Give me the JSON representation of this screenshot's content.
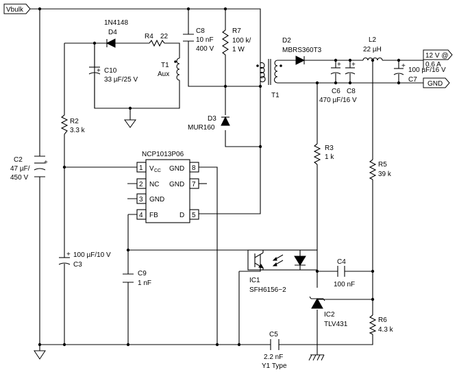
{
  "nets": {
    "vbulk": "Vbulk",
    "out12": [
      "12 V @",
      "0.6 A"
    ],
    "gnd": "GND"
  },
  "components": {
    "C2": {
      "ref": "C2",
      "value": [
        "47 µF/",
        "450 V"
      ]
    },
    "R2": {
      "ref": "R2",
      "value": "3.3 k"
    },
    "C3": {
      "ref": "C3",
      "value": "100 µF/10 V"
    },
    "D4": {
      "ref": "D4",
      "part": "1N4148"
    },
    "R4": {
      "ref": "R4",
      "value": "22"
    },
    "C10": {
      "ref": "C10",
      "value": "33 µF/25 V"
    },
    "T1aux": {
      "ref": "T1",
      "winding": "Aux"
    },
    "C8a": {
      "ref": "C8",
      "value": [
        "10 nF",
        "400 V"
      ]
    },
    "R7": {
      "ref": "R7",
      "value": [
        "100 k/",
        "1 W"
      ]
    },
    "D3": {
      "ref": "D3",
      "part": "MUR160"
    },
    "T1": {
      "ref": "T1"
    },
    "D2": {
      "ref": "D2",
      "part": "MBRS360T3"
    },
    "L2": {
      "ref": "L2",
      "value": "22 µH"
    },
    "C6C8": {
      "refs": [
        "C6",
        "C8"
      ],
      "value": "470 µF/16 V"
    },
    "C7": {
      "ref": "C7",
      "value": "100 µF/16 V"
    },
    "R3": {
      "ref": "R3",
      "value": "1 k"
    },
    "R5": {
      "ref": "R5",
      "value": "39 k"
    },
    "R6": {
      "ref": "R6",
      "value": "4.3 k"
    },
    "C4": {
      "ref": "C4",
      "value": "100 nF"
    },
    "C9": {
      "ref": "C9",
      "value": "1 nF"
    },
    "C5": {
      "ref": "C5",
      "value": [
        "2.2 nF",
        "Y1 Type"
      ]
    },
    "IC1": {
      "ref": "IC1",
      "part": "SFH6156−2"
    },
    "IC2": {
      "ref": "IC2",
      "part": "TLV431"
    },
    "U1": {
      "part": "NCP1013P06",
      "pin_numbers": [
        "1",
        "2",
        "3",
        "4",
        "5",
        "8",
        "7"
      ],
      "pin_names": {
        "vcc_main": "V",
        "vcc_sub": "CC",
        "nc": "NC",
        "gnd3": "GND",
        "fb": "FB",
        "d": "D",
        "gnd8": "GND",
        "gnd7": "GND"
      }
    }
  },
  "polarity_mark": "+"
}
